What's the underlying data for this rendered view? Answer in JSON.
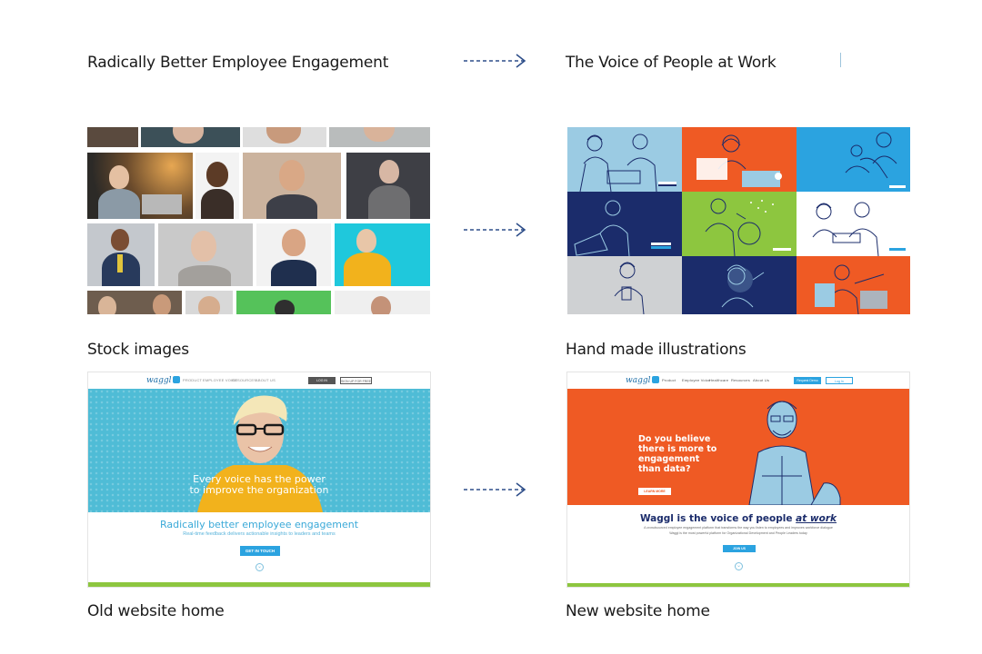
{
  "headings": {
    "left": "Radically Better Employee Engagement",
    "right": "The Voice of People at Work"
  },
  "labels": {
    "stock": "Stock images",
    "illustrations": "Hand made illustrations",
    "old_home": "Old website home",
    "new_home": "New website home"
  },
  "old_site": {
    "logo": "waggl",
    "nav": [
      "PRODUCT",
      "EMPLOYEE VOICE",
      "RESOURCES",
      "ABOUT US"
    ],
    "login": "LOG IN",
    "signup": "SIGN UP FOR FREE",
    "hero_line1": "Every voice has the power",
    "hero_line2": "to improve the organization",
    "tagline": "Radically better employee engagement",
    "subline": "Real-time feedback delivers actionable insights to leaders and teams",
    "cta": "GET IN TOUCH",
    "scroll_glyph": "⌄"
  },
  "new_site": {
    "logo": "waggl",
    "nav": [
      "Product",
      "Employee Voice",
      "Healthcare",
      "Resources",
      "About Us"
    ],
    "request": "Request Demo",
    "login": "Log In",
    "question": [
      "Do you believe",
      "there is more to",
      "engagement",
      "than data?"
    ],
    "learn": "LEARN MORE",
    "tagline_main": "Waggl is the voice of people ",
    "tagline_em": "at work",
    "sub1": "A crowdsourced employee engagement platform that transforms the way you listen to employees and improves workforce dialogue",
    "sub2": "Waggl is the most powerful platform for Organizational Development and People Leaders today",
    "cta": "JOIN US",
    "scroll_glyph": "⌄"
  },
  "colors": {
    "old_hero": "#4fbcd6",
    "new_hero": "#ef5a24",
    "navy": "#1b2c6b",
    "accent_green": "#8dc63f",
    "link_blue": "#2ba3e0"
  },
  "icons": {
    "arrow": "dashed-right-arrow-icon"
  }
}
